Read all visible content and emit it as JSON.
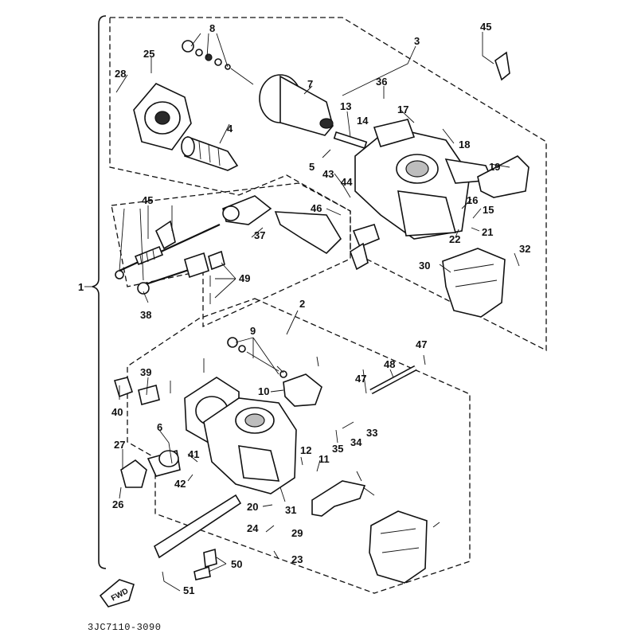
{
  "callouts": {
    "c1": "1",
    "c2": "2",
    "c3": "3",
    "c4": "4",
    "c5": "5",
    "c6": "6",
    "c7": "7",
    "c8": "8",
    "c9": "9",
    "c10": "10",
    "c11": "11",
    "c12": "12",
    "c13": "13",
    "c14": "14",
    "c15": "15",
    "c16": "16",
    "c17": "17",
    "c18": "18",
    "c19": "19",
    "c20": "20",
    "c21": "21",
    "c22": "22",
    "c23": "23",
    "c24": "24",
    "c25": "25",
    "c26": "26",
    "c27": "27",
    "c28": "28",
    "c29": "29",
    "c30": "30",
    "c31": "31",
    "c32": "32",
    "c33": "33",
    "c34": "34",
    "c35": "35",
    "c36": "36",
    "c37": "37",
    "c38": "38",
    "c39": "39",
    "c40": "40",
    "c41": "41",
    "c42": "42",
    "c43": "43",
    "c44": "44",
    "c45": "45",
    "c46": "46",
    "c47": "47",
    "c48": "48",
    "c49": "49",
    "c50": "50",
    "c51": "51"
  },
  "part_code": "3JC7110-3090",
  "fwd_label": "FWD"
}
